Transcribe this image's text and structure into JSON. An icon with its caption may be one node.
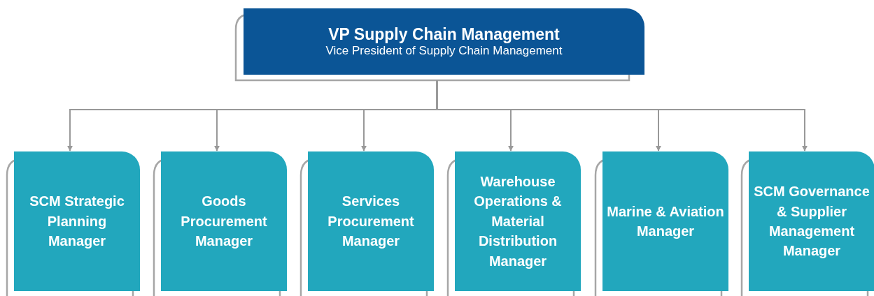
{
  "diagram": {
    "nodes": [
      {
        "text": [
          "VP Supply Chain Management",
          "Vice President of Supply Chain Management"
        ]
      },
      {
        "text": [
          "SCM Strategic Planning Manager"
        ]
      },
      {
        "text": [
          "Goods Procurement Manager"
        ]
      },
      {
        "text": [
          "Services Procurement Manager"
        ]
      },
      {
        "text": [
          "Warehouse Operations & Material Distribution Manager"
        ]
      },
      {
        "text": [
          "Marine & Aviation Manager"
        ]
      },
      {
        "text": [
          "SCM Governance & Supplier Management Manager"
        ]
      }
    ],
    "edges": [
      {
        "from": 0,
        "to": 1,
        "arrow": "to"
      },
      {
        "from": 0,
        "to": 2,
        "arrow": "to"
      },
      {
        "from": 0,
        "to": 3,
        "arrow": "to"
      },
      {
        "from": 0,
        "to": 4,
        "arrow": "to"
      },
      {
        "from": 0,
        "to": 5,
        "arrow": "to"
      },
      {
        "from": 0,
        "to": 6,
        "arrow": "to"
      }
    ]
  }
}
